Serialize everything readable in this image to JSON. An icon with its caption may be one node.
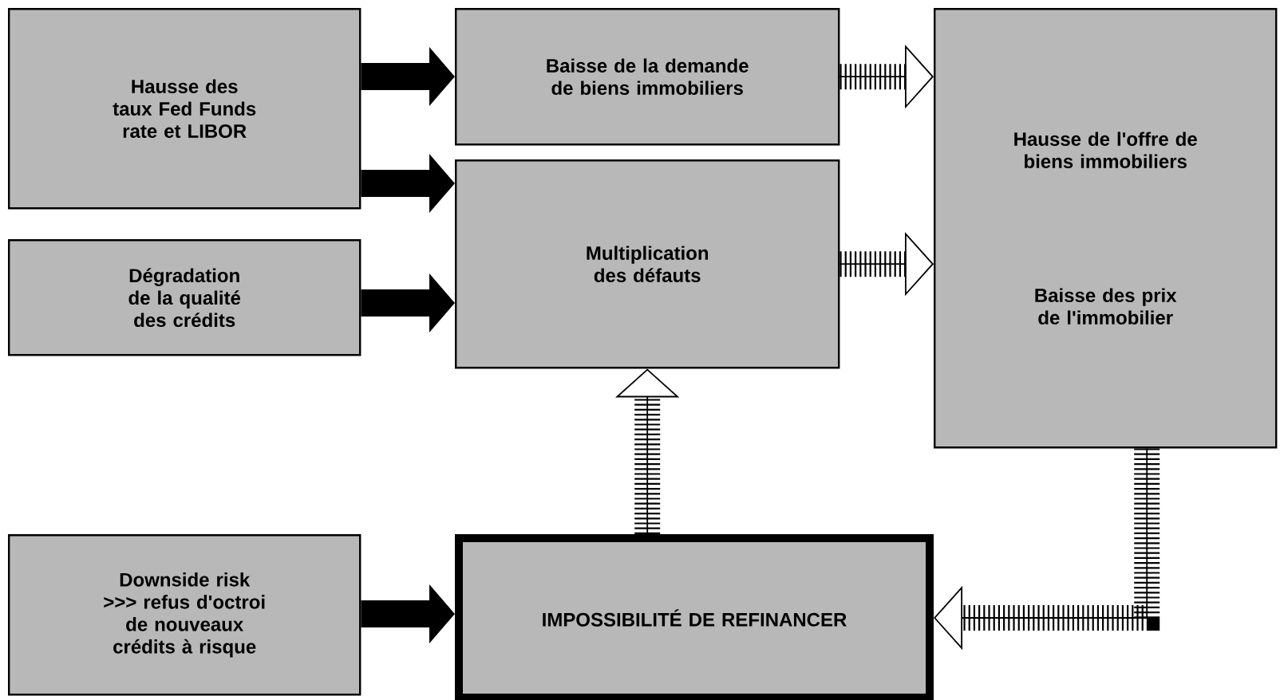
{
  "diagram": {
    "nodes": [
      {
        "text": [
          "Hausse des taux Fed Funds rate et LIBOR"
        ]
      },
      {
        "text": [
          "Dégradation de la qualité des crédits"
        ]
      },
      {
        "text": [
          "Baisse de la demande de biens immobiliers"
        ]
      },
      {
        "text": [
          "Multiplication des défauts"
        ]
      },
      {
        "text": [
          "Hausse de l'offre de biens immobiliers",
          "Baisse des prix de l'immobilier"
        ]
      },
      {
        "text": [
          "Downside risk >>> refus d'octroi de nouveaux crédits à risque"
        ]
      },
      {
        "text": [
          "IMPOSSIBILITÉ DE REFINANCER"
        ]
      }
    ],
    "edges": [
      {
        "from": 0,
        "to": 2,
        "arrow": "to"
      },
      {
        "from": 0,
        "to": 3,
        "arrow": "to"
      },
      {
        "from": 1,
        "to": 3,
        "arrow": "to"
      },
      {
        "from": 2,
        "to": 4,
        "arrow": "to",
        "style": "dashed"
      },
      {
        "from": 3,
        "to": 4,
        "arrow": "to",
        "style": "dashed"
      },
      {
        "from": 6,
        "to": 3,
        "arrow": "to",
        "style": "dashed"
      },
      {
        "from": 4,
        "to": 6,
        "arrow": "to",
        "style": "dashed"
      },
      {
        "from": 5,
        "to": 6,
        "arrow": "to"
      }
    ]
  }
}
